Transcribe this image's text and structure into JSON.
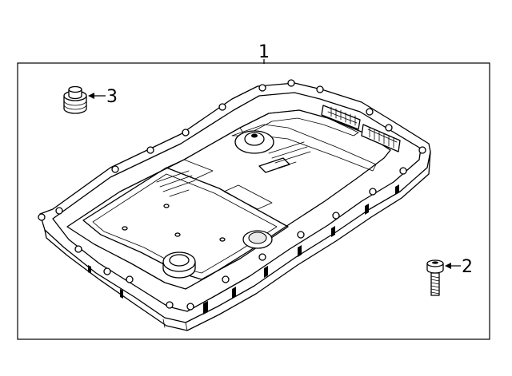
{
  "callouts": {
    "oil_pan": "1",
    "bolt": "2",
    "plug": "3"
  },
  "colors": {
    "line": "#000000",
    "background": "#ffffff"
  }
}
